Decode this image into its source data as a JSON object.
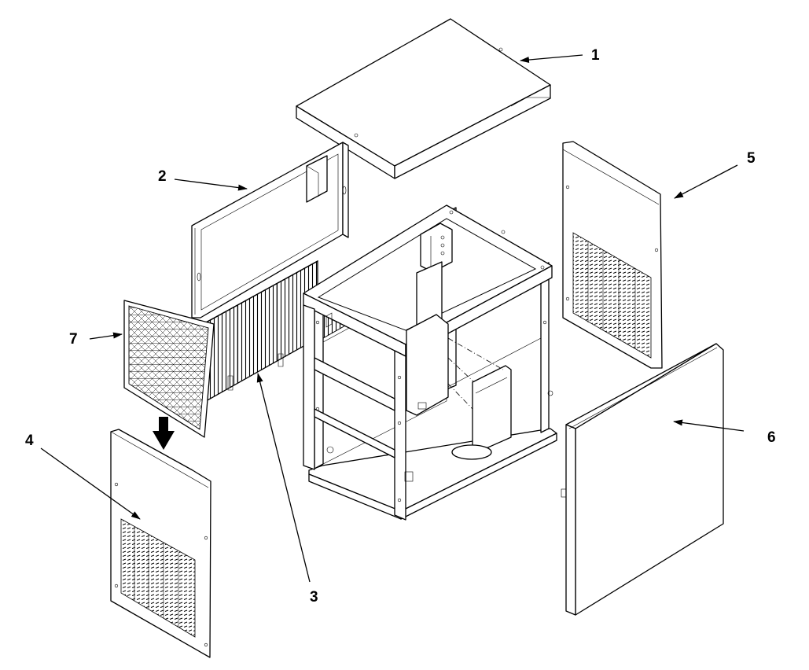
{
  "figure": {
    "callouts": [
      {
        "id": "1",
        "label": "1"
      },
      {
        "id": "2",
        "label": "2"
      },
      {
        "id": "3",
        "label": "3"
      },
      {
        "id": "4",
        "label": "4"
      },
      {
        "id": "5",
        "label": "5"
      },
      {
        "id": "6",
        "label": "6"
      },
      {
        "id": "7",
        "label": "7"
      }
    ],
    "line_color": "#000000",
    "background": "#ffffff"
  }
}
